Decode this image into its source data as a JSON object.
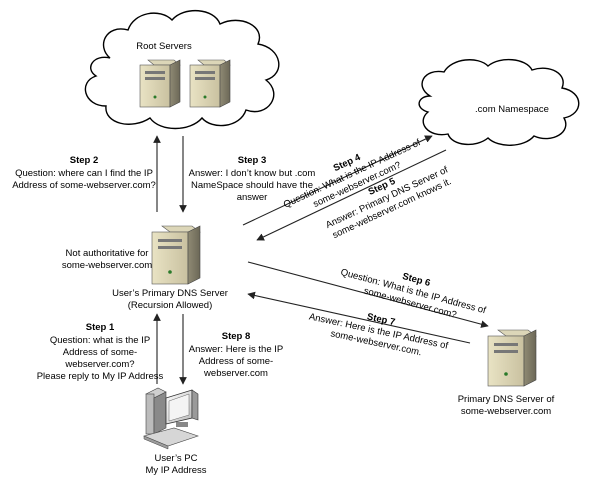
{
  "nodes": {
    "root_servers": {
      "label": "Root Servers"
    },
    "com_namespace": {
      "label": ".com Namespace"
    },
    "users_dns": {
      "note_line1": "Not authoritative for",
      "note_line2": "some-webserver.com",
      "label_line1": "User’s Primary DNS Server",
      "label_line2": "(Recursion Allowed)"
    },
    "users_pc": {
      "label_line1": "User’s PC",
      "label_line2": "My IP Address"
    },
    "primary_dns": {
      "label_line1": "Primary DNS Server of",
      "label_line2": "some-webserver.com"
    }
  },
  "steps": [
    {
      "title": "Step 1",
      "lines": [
        "Question: what is the IP",
        "Address of some-",
        "webserver.com?",
        "Please reply to My IP Address"
      ]
    },
    {
      "title": "Step 2",
      "lines": [
        "Question: where can I find the IP",
        "Address of some-webserver.com?"
      ]
    },
    {
      "title": "Step 3",
      "lines": [
        "Answer: I don’t know but .com",
        "NameSpace should have the",
        "answer"
      ]
    },
    {
      "title": "Step 4",
      "lines": [
        "Question: What is the IP Address of",
        "some-webserver.com?"
      ]
    },
    {
      "title": "Step 5",
      "lines": [
        "Answer: Primary DNS Server of",
        "some-webserver.com knows it."
      ]
    },
    {
      "title": "Step 6",
      "lines": [
        "Question: What is the IP Address of",
        "some-webserver.com?"
      ]
    },
    {
      "title": "Step 7",
      "lines": [
        "Answer: Here is the IP Address of",
        "some-webserver.com."
      ]
    },
    {
      "title": "Step 8",
      "lines": [
        "Answer: Here is the IP",
        "Address of some-",
        "webserver.com"
      ]
    }
  ]
}
